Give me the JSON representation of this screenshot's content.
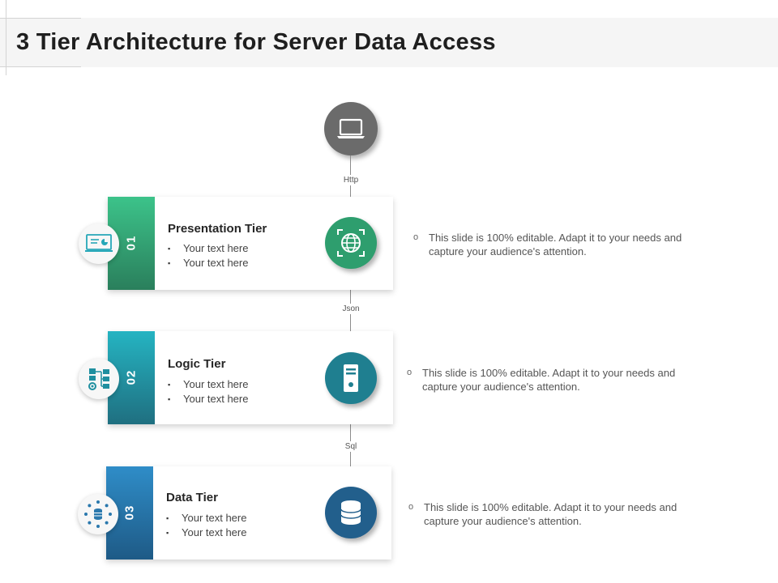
{
  "title": "3 Tier Architecture for Server Data Access",
  "client": {
    "icon": "laptop-icon",
    "color": "#6b6b6b"
  },
  "connections": [
    {
      "label": "Http"
    },
    {
      "label": "Json"
    },
    {
      "label": "Sql"
    }
  ],
  "tiers": [
    {
      "number": "01",
      "name": "Presentation Tier",
      "bullets": [
        "Your text here",
        "Your text here"
      ],
      "band_color": "#2e9e6e",
      "left_icon": "presentation-board-icon",
      "circle_icon": "globe-icon",
      "description": "This slide is 100% editable. Adapt it to your needs and capture your audience's attention."
    },
    {
      "number": "02",
      "name": "Logic Tier",
      "bullets": [
        "Your text here",
        "Your text here"
      ],
      "band_color": "#1f9aaa",
      "left_icon": "logic-flow-icon",
      "circle_icon": "server-tower-icon",
      "description": "This slide is 100% editable. Adapt it to your needs and capture your audience's attention."
    },
    {
      "number": "03",
      "name": "Data Tier",
      "bullets": [
        "Your text here",
        "Your text here"
      ],
      "band_color": "#2a78ad",
      "left_icon": "database-network-icon",
      "circle_icon": "database-icon",
      "description": "This slide is 100% editable. Adapt it to your needs and capture your audience's attention."
    }
  ]
}
